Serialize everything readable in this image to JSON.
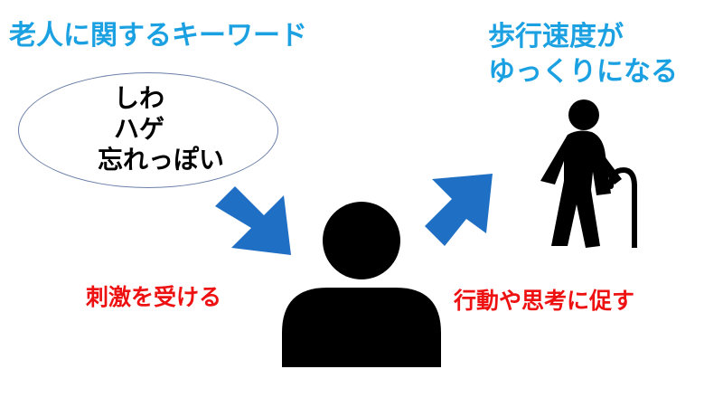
{
  "left_heading": "老人に関するキーワード",
  "keywords": [
    "しわ",
    "ハゲ",
    "忘れっぽい"
  ],
  "right_heading": [
    "歩行速度が",
    "ゆっくりになる"
  ],
  "left_caption": "刺激を受ける",
  "right_caption": "行動や思考に促す",
  "colors": {
    "heading": "#1ba1e2",
    "caption": "#ee1111",
    "arrow": "#1f6fc4",
    "figure": "#000000"
  },
  "icons": {
    "person": "person-silhouette-icon",
    "elderly": "elderly-person-with-cane-icon",
    "arrow": "arrow-icon"
  }
}
